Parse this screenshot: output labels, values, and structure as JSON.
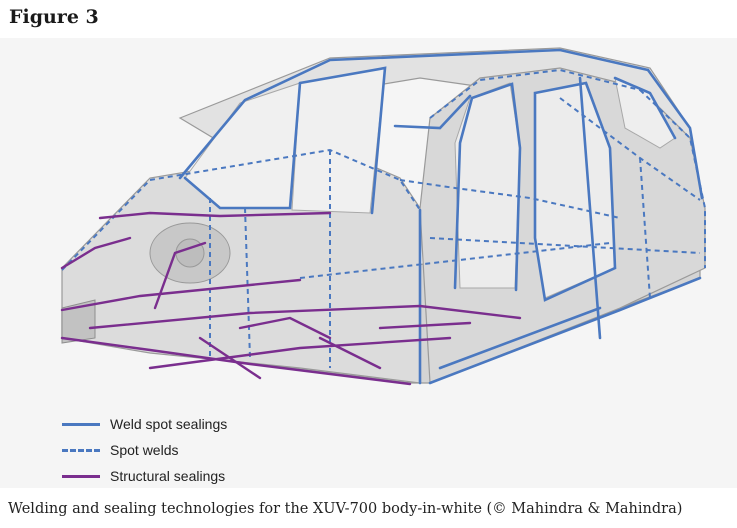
{
  "figure": {
    "title": "Figure 3",
    "caption": "Welding and sealing technologies for the XUV-700 body-in-white (© Mahindra & Mahindra)"
  },
  "legend": [
    {
      "label": "Weld spot sealings",
      "style": "solid",
      "color": "#4a78c0"
    },
    {
      "label": "Spot welds",
      "style": "dashed",
      "color": "#4a78c0"
    },
    {
      "label": "Structural sealings",
      "style": "solid",
      "color": "#7a2e8e"
    }
  ],
  "colors": {
    "figure_background": "#f5f5f5",
    "body_panel": "#cfcfcf",
    "body_edge": "#9a9a9a",
    "weld_blue": "#4a78c0",
    "sealing_purple": "#7a2e8e"
  },
  "illustration": {
    "subject": "car-body-in-white-icon"
  }
}
